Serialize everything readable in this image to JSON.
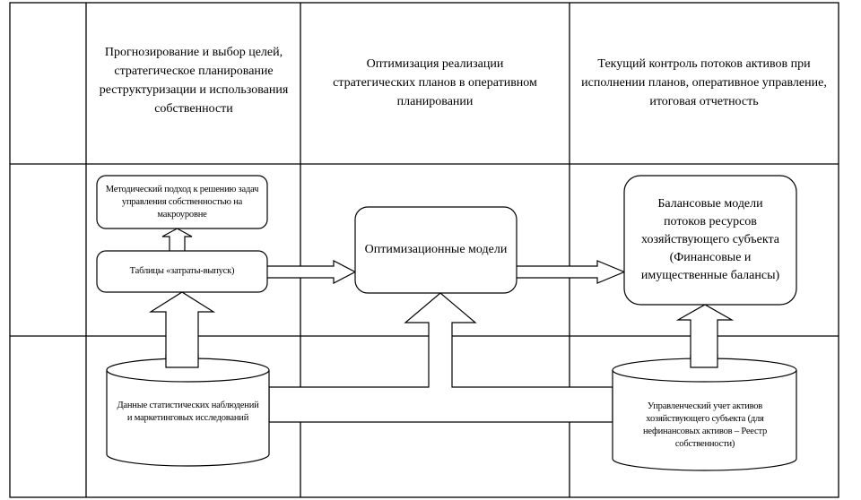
{
  "diagram": {
    "columns": [
      {
        "id": "col-strategic",
        "header": "Прогнозирование и выбор целей, стратегическое планирование реструктуризации и использования собственности"
      },
      {
        "id": "col-operational",
        "header": "Оптимизация реализации стратегических планов в оперативном планировании"
      },
      {
        "id": "col-control",
        "header": "Текущий контроль потоков активов при исполнении планов, оперативное управление, итоговая отчетность"
      }
    ],
    "nodes": {
      "method": {
        "label": "Методический подход к решению задач управления собственностью на макроуровне",
        "shape": "rounded-rect"
      },
      "io_tables": {
        "label": "Таблицы «затраты-выпуск)",
        "shape": "rounded-rect"
      },
      "optimization": {
        "label": "Оптимизационные модели",
        "shape": "rounded-rect"
      },
      "balance": {
        "label": "Балансовые модели потоков ресурсов хозяйствующего субъекта (Финансовые и имущественные балансы)",
        "shape": "rounded-rect"
      },
      "stat_data": {
        "label": "Данные статистических наблюдений и маркетинговых исследований",
        "shape": "cylinder"
      },
      "mgmt_accounting": {
        "label": "Управленческий учет активов хозяйствующего субъекта (для нефинансовых активов – Реестр собственности)",
        "shape": "cylinder"
      }
    },
    "edges": [
      {
        "from": "io_tables",
        "to": "method",
        "type": "block-arrow"
      },
      {
        "from": "stat_data",
        "to": "io_tables",
        "type": "block-arrow"
      },
      {
        "from": "io_tables",
        "to": "optimization",
        "type": "block-arrow"
      },
      {
        "from": "optimization",
        "to": "balance",
        "type": "block-arrow"
      },
      {
        "from": "stat_data",
        "to": "optimization",
        "type": "block-arrow"
      },
      {
        "from": "mgmt_accounting",
        "to": "optimization",
        "type": "block-arrow"
      },
      {
        "from": "mgmt_accounting",
        "to": "balance",
        "type": "block-arrow"
      }
    ],
    "colors": {
      "stroke": "#000000",
      "fill": "#ffffff"
    }
  }
}
